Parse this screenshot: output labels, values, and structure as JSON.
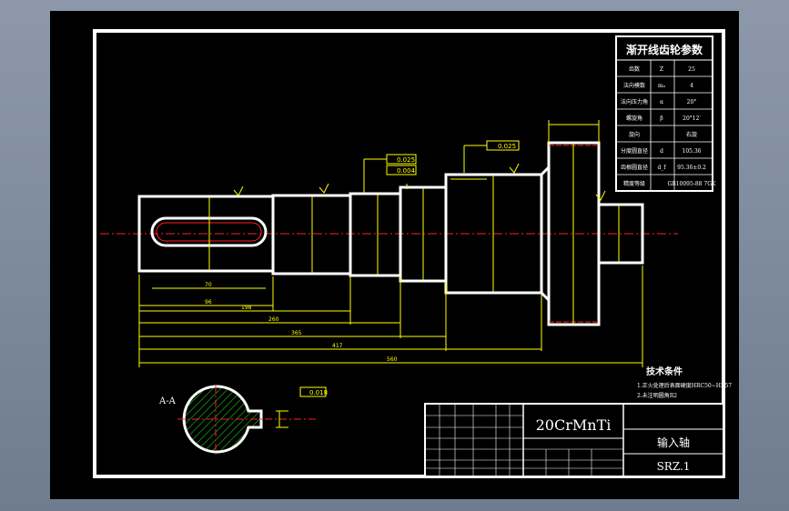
{
  "gear_table": {
    "title": "渐开线齿轮参数",
    "rows": [
      {
        "label": "齿数",
        "symbol": "Z",
        "value": "25"
      },
      {
        "label": "法向模数",
        "symbol": "mₙ",
        "value": "4"
      },
      {
        "label": "法向压力角",
        "symbol": "α",
        "value": "20°"
      },
      {
        "label": "螺旋角",
        "symbol": "β",
        "value": "20°12′"
      },
      {
        "label": "旋向",
        "symbol": "",
        "value": "右旋"
      },
      {
        "label": "分度圆直径",
        "symbol": "d",
        "value": "105.36"
      },
      {
        "label": "齿根圆直径",
        "symbol": "d_f",
        "value": "95.36±0.2"
      },
      {
        "label": "精度等级",
        "symbol": "",
        "value": "GB10095-88  7GK"
      }
    ]
  },
  "tech_req": {
    "title": "技术条件",
    "lines": [
      "1.正火处理后表面硬度HRC50~HR57",
      "2.未注明圆角R2"
    ]
  },
  "title_block": {
    "material": "20CrMnTi",
    "part_name": "输入轴",
    "drawing_no": "SRZ.1"
  },
  "section": {
    "label": "A-A",
    "keyway_tol": "0.018"
  },
  "tolerance_frames": {
    "f1": "0.025",
    "f2": "0.004",
    "f3": "0.025",
    "f4": "0.018"
  },
  "dims": {
    "d1": "70",
    "d2": "96",
    "d3": "198",
    "d4": "260",
    "d5": "365",
    "d6": "417",
    "d7": "560"
  }
}
